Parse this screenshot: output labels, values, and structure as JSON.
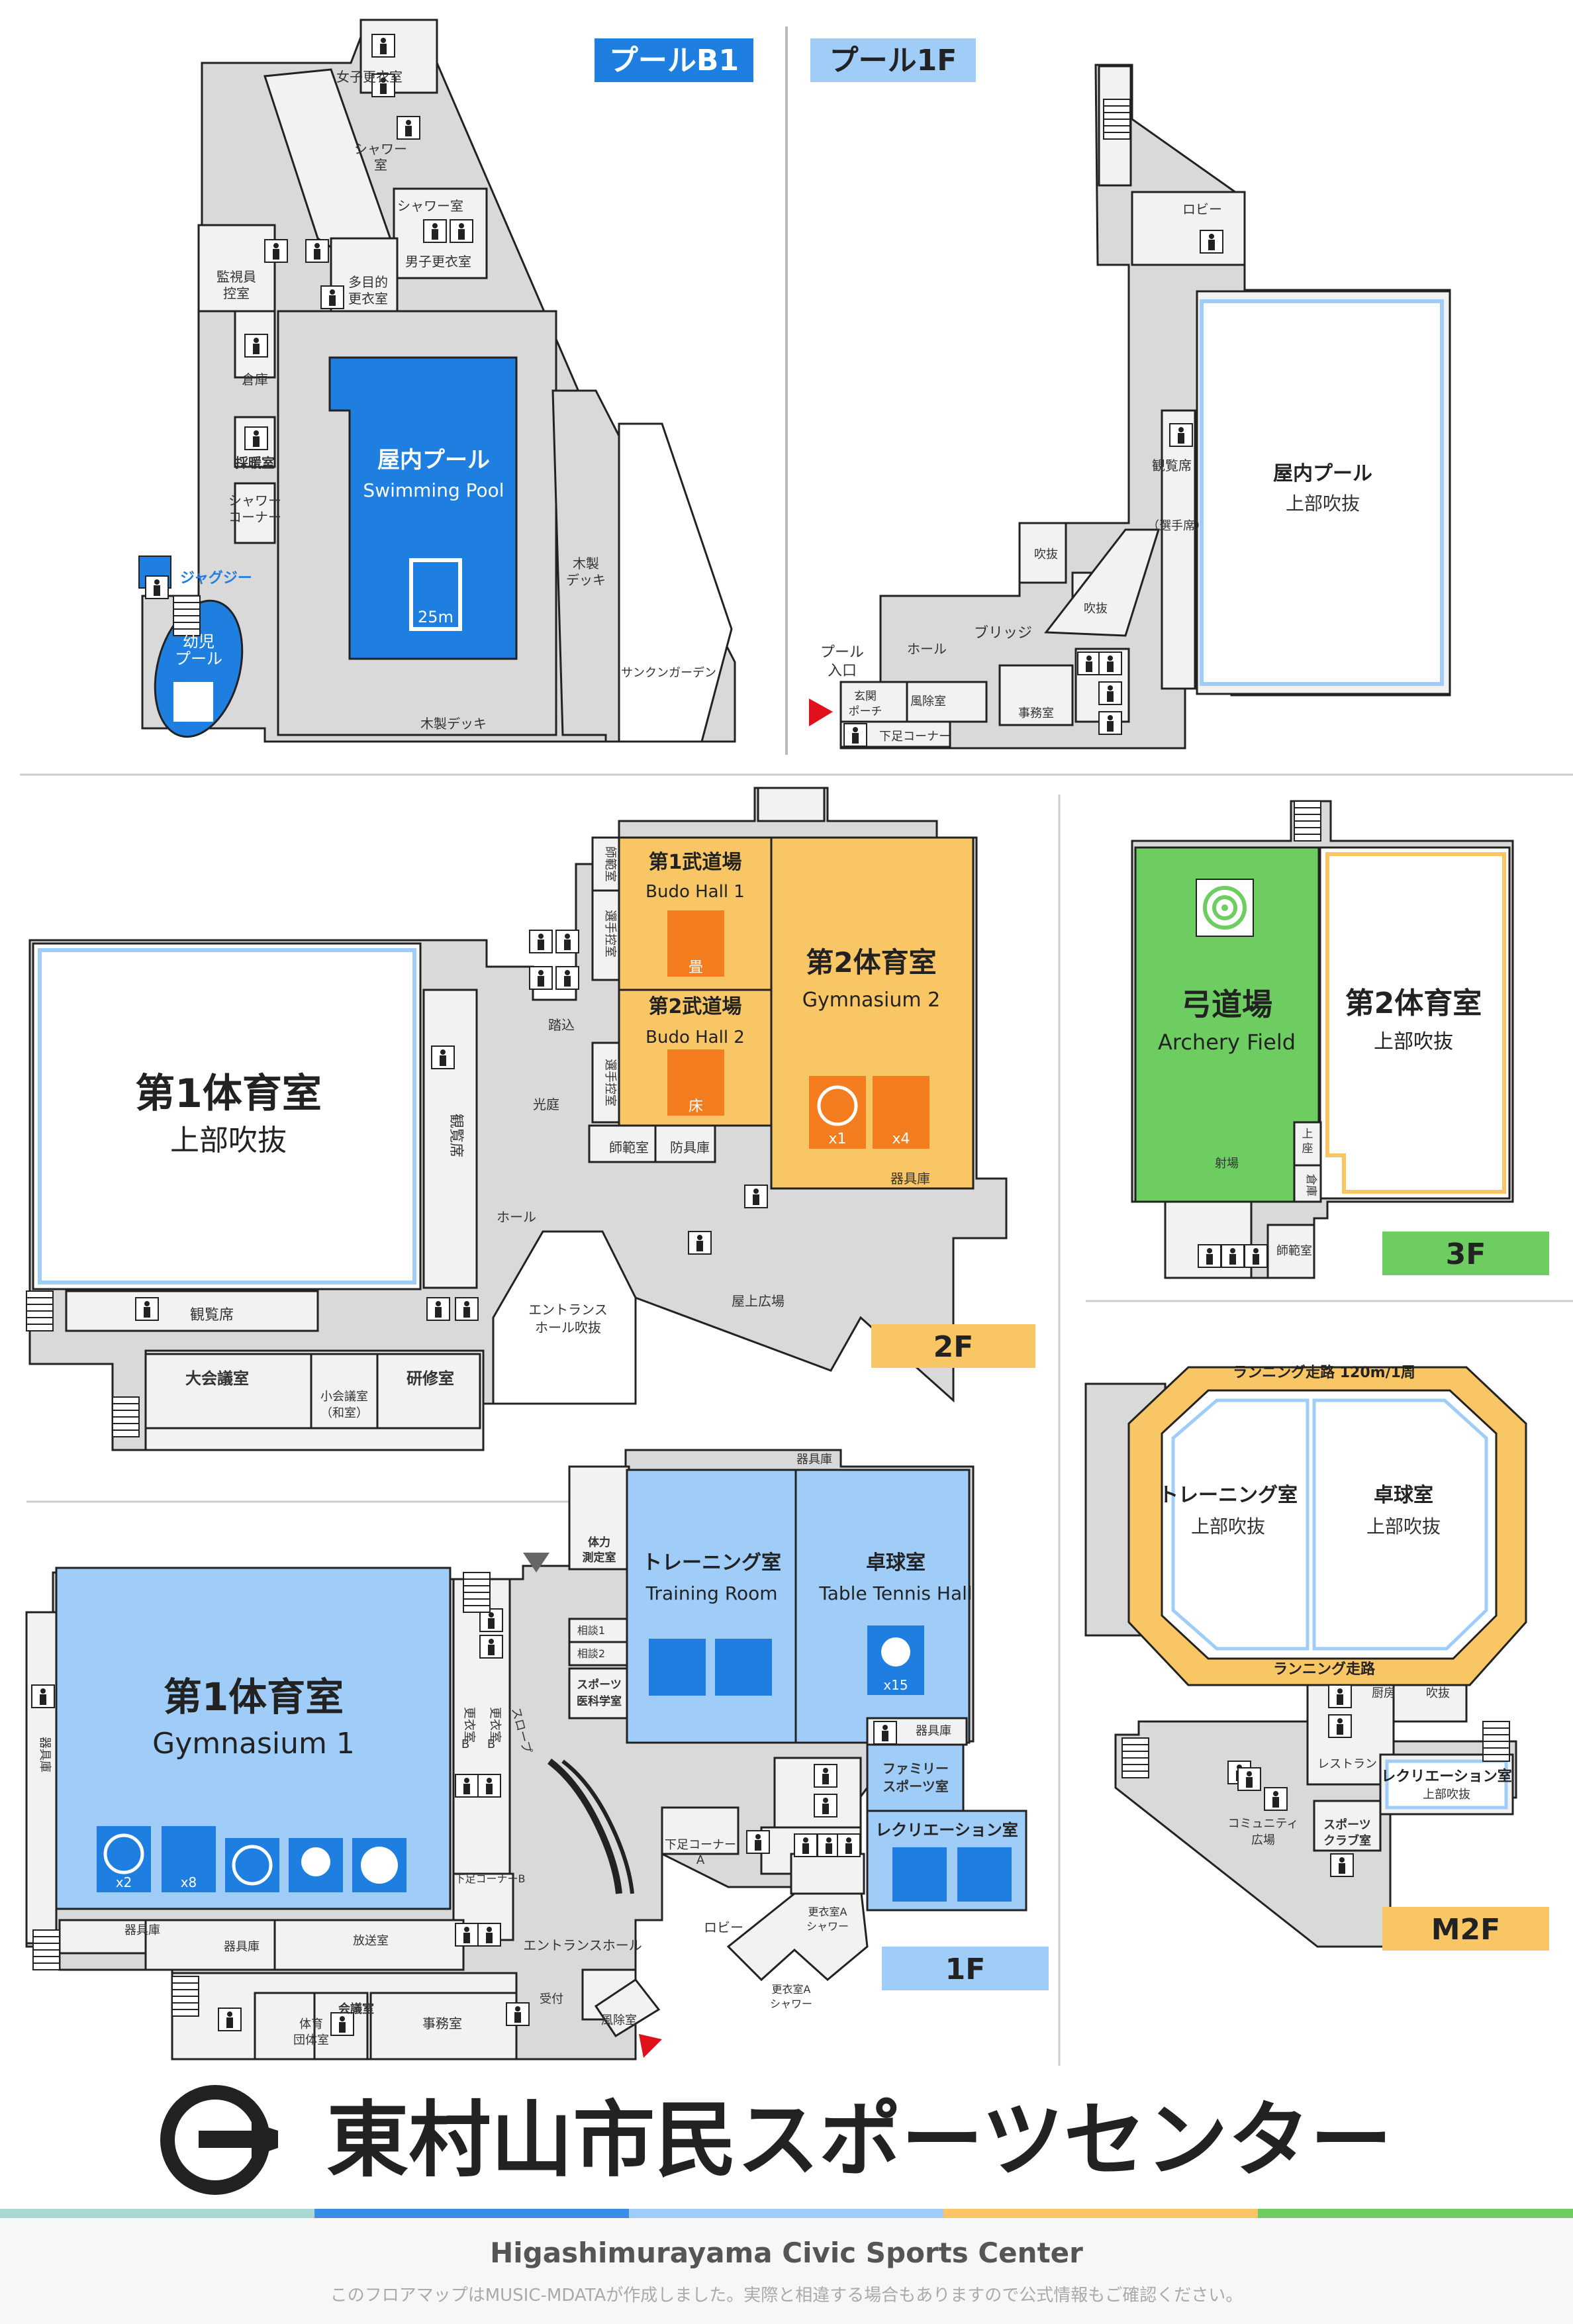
{
  "colors": {
    "pool_blue": "#1e7fe0",
    "light_blue": "#9fcdf8",
    "orange": "#f9c666",
    "orange_icon": "#f47d20",
    "green": "#6dcd60",
    "floor_grey": "#d9d9d9",
    "dark": "#222222"
  },
  "floor_tags": {
    "pool_b1": "プールB1",
    "pool_1f": "プール1F",
    "f2": "2F",
    "f3": "3F",
    "m2f": "M2F",
    "f1": "1F"
  },
  "pool_b1": {
    "womens_locker": "女子更衣室",
    "shower_a": "シャワー",
    "shower_a2": "室",
    "shower_b": "シャワー室",
    "mens_locker": "男子更衣室",
    "multi_locker_1": "多目的",
    "multi_locker_2": "更衣室",
    "monitor_1": "監視員",
    "monitor_2": "控室",
    "storage": "倉庫",
    "heating": "採暖室",
    "shower_corner_1": "シャワー",
    "shower_corner_2": "コーナー",
    "jacuzzi": "ジャグジー",
    "kids_pool_1": "幼児",
    "kids_pool_2": "プール",
    "pool_title": "屋内プール",
    "pool_sub": "Swimming Pool",
    "pool_length": "25m",
    "deck_v_1": "木製",
    "deck_v_2": "デッキ",
    "sunken_garden": "サンクンガーデン",
    "deck_h": "木製デッキ"
  },
  "pool_1f": {
    "lobby": "ロビー",
    "viewing_1": "観覧席",
    "viewing_2": "（選手席）",
    "pool_title": "屋内プール",
    "pool_sub": "上部吹抜",
    "void_1": "吹抜",
    "void_2": "吹抜",
    "bridge": "ブリッジ",
    "hall": "ホール",
    "entrance_1": "プール",
    "entrance_2": "入口",
    "porch_1": "玄関",
    "porch_2": "ポーチ",
    "windbreak": "風除室",
    "office": "事務室",
    "shoe_corner": "下足コーナー"
  },
  "f2": {
    "gym1_title": "第1体育室",
    "gym1_sub": "上部吹抜",
    "viewing_v": "観覧席",
    "viewing_h": "観覧席",
    "budo1_title": "第1武道場",
    "budo1_sub": "Budo Hall 1",
    "budo1_icon": "畳",
    "budo2_title": "第2武道場",
    "budo2_sub": "Budo Hall 2",
    "budo2_icon": "床",
    "gym2_title": "第2体育室",
    "gym2_sub": "Gymnasium 2",
    "basketball_count": "x1",
    "badminton_count": "x4",
    "instructor_room": "師範室",
    "player_room_1": "選手控室",
    "player_room_2": "選手控室",
    "step_in": "踏込",
    "lightwell": "光庭",
    "instructor_room_2": "師範室",
    "equipment_1": "防具庫",
    "equipment_2": "器具庫",
    "hall": "ホール",
    "entrance_void_1": "エントランス",
    "entrance_void_2": "ホール吹抜",
    "rooftop": "屋上広場",
    "conference": "大会議室",
    "small_conf_1": "小会議室",
    "small_conf_2": "（和室）",
    "training_room": "研修室"
  },
  "f3": {
    "archery_title": "弓道場",
    "archery_sub": "Archery Field",
    "shooting": "射場",
    "gym2_title": "第2体育室",
    "gym2_sub": "上部吹抜",
    "upper_1": "上",
    "upper_2": "座",
    "storage": "倉庫",
    "instructor": "師範室"
  },
  "m2f": {
    "track_top": "ランニング走路 120m/1周",
    "track_bottom": "ランニング走路",
    "training_title": "トレーニング室",
    "training_sub": "上部吹抜",
    "tt_title": "卓球室",
    "tt_sub": "上部吹抜",
    "kitchen": "厨房",
    "void": "吹抜",
    "restaurant": "レストラン",
    "rec_title": "レクリエーション室",
    "rec_sub": "上部吹抜",
    "community_1": "コミュニティ",
    "community_2": "広場",
    "sports_club_1": "スポーツ",
    "sports_club_2": "クラブ室"
  },
  "f1": {
    "gym1_title": "第1体育室",
    "gym1_sub": "Gymnasium 1",
    "basketball_count": "x2",
    "badminton_count": "x8",
    "storage_left": "器具庫",
    "storage_1": "器具庫",
    "storage_2": "器具庫",
    "storage_top": "器具庫",
    "storage_mid": "器具庫",
    "broadcast": "放送室",
    "fitness_1": "体力",
    "fitness_2": "測定室",
    "consult_1": "相談1",
    "consult_2": "相談2",
    "sports_med_1": "スポーツ",
    "sports_med_2": "医科学室",
    "training_title": "トレーニング室",
    "training_sub": "Training Room",
    "tt_title": "卓球室",
    "tt_sub": "Table Tennis Hall",
    "tt_count": "x15",
    "family_1": "ファミリー",
    "family_2": "スポーツ室",
    "rec_title": "レクリエーション室",
    "locker_b1_1": "更衣室",
    "locker_b1_2": "B",
    "locker_b2_1": "更衣室",
    "locker_b2_2": "B",
    "slope": "スロープ",
    "shoe_corner_a_1": "下足コーナー",
    "shoe_corner_a_2": "A",
    "shoe_corner_b": "下足コーナーB",
    "entrance_hall": "エントランスホール",
    "lobby": "ロビー",
    "shower_a_1": "更衣室A",
    "shower_a_2": "シャワー",
    "shower_a2_1": "更衣室A",
    "shower_a2_2": "シャワー",
    "reception": "受付",
    "windbreak": "風除室",
    "office": "事務室",
    "sports_assoc_1": "体育",
    "sports_assoc_2": "団体室",
    "meeting": "会議室"
  },
  "title": {
    "main": "東村山市民スポーツセンター",
    "english": "Higashimurayama Civic Sports Center",
    "note": "このフロアマップはMUSIC-MDATAが作成しました。実際と相違する場合もありますので公式情報もご確認ください。"
  }
}
